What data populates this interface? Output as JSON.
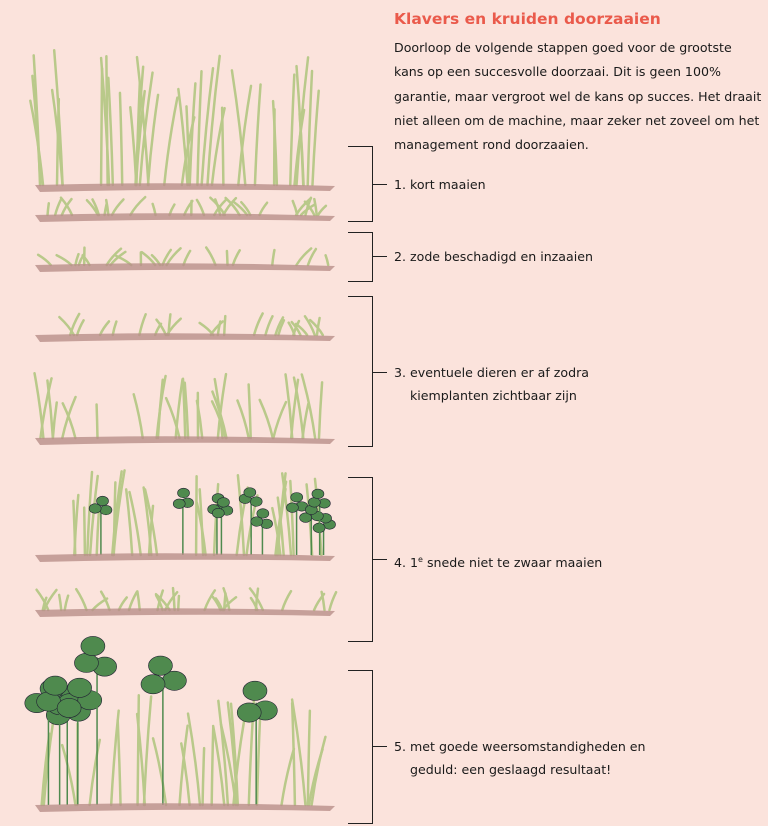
{
  "title": "Klavers en kruiden doorzaaien",
  "intro": "Doorloop de volgende stappen goed voor de grootste kans op een succesvolle doorzaai. Dit is geen 100% garantie, maar vergroot wel de kans op succes. Het draait niet alleen om de machine, maar zeker net zoveel om het management rond doorzaaien.",
  "steps": [
    {
      "num": "1.",
      "text": "kort maaien"
    },
    {
      "num": "2.",
      "text": "zode beschadigd en inzaaien"
    },
    {
      "num": "3.",
      "text": "eventuele dieren er af zodra",
      "text2": "kiemplanten zichtbaar zijn"
    },
    {
      "num": "4.",
      "pre": "1",
      "sup": "e",
      "text": " snede niet te zwaar maaien"
    },
    {
      "num": "5.",
      "text": "met goede weersomstandigheden en",
      "text2": "geduld: een geslaagd resultaat!"
    }
  ],
  "colors": {
    "background": "#fbe3dc",
    "title": "#ea5a4b",
    "grass": "#b9c98a",
    "soil": "#b98f8a",
    "clover": "#4f8a4e"
  }
}
